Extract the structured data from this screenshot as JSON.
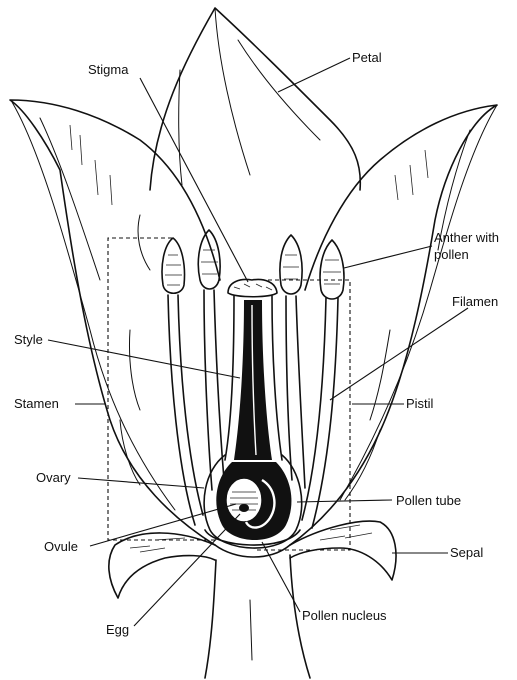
{
  "labels": {
    "petal": "Petal",
    "stigma": "Stigma",
    "anther_line1": "Anther with",
    "anther_line2": "pollen",
    "filament": "Filamen",
    "style": "Style",
    "stamen": "Stamen",
    "pistil": "Pistil",
    "ovary": "Ovary",
    "pollen_tube": "Pollen tube",
    "ovule": "Ovule",
    "sepal": "Sepal",
    "egg": "Egg",
    "pollen_nucleus": "Pollen nucleus"
  },
  "colors": {
    "ink": "#111111",
    "background": "#ffffff"
  }
}
